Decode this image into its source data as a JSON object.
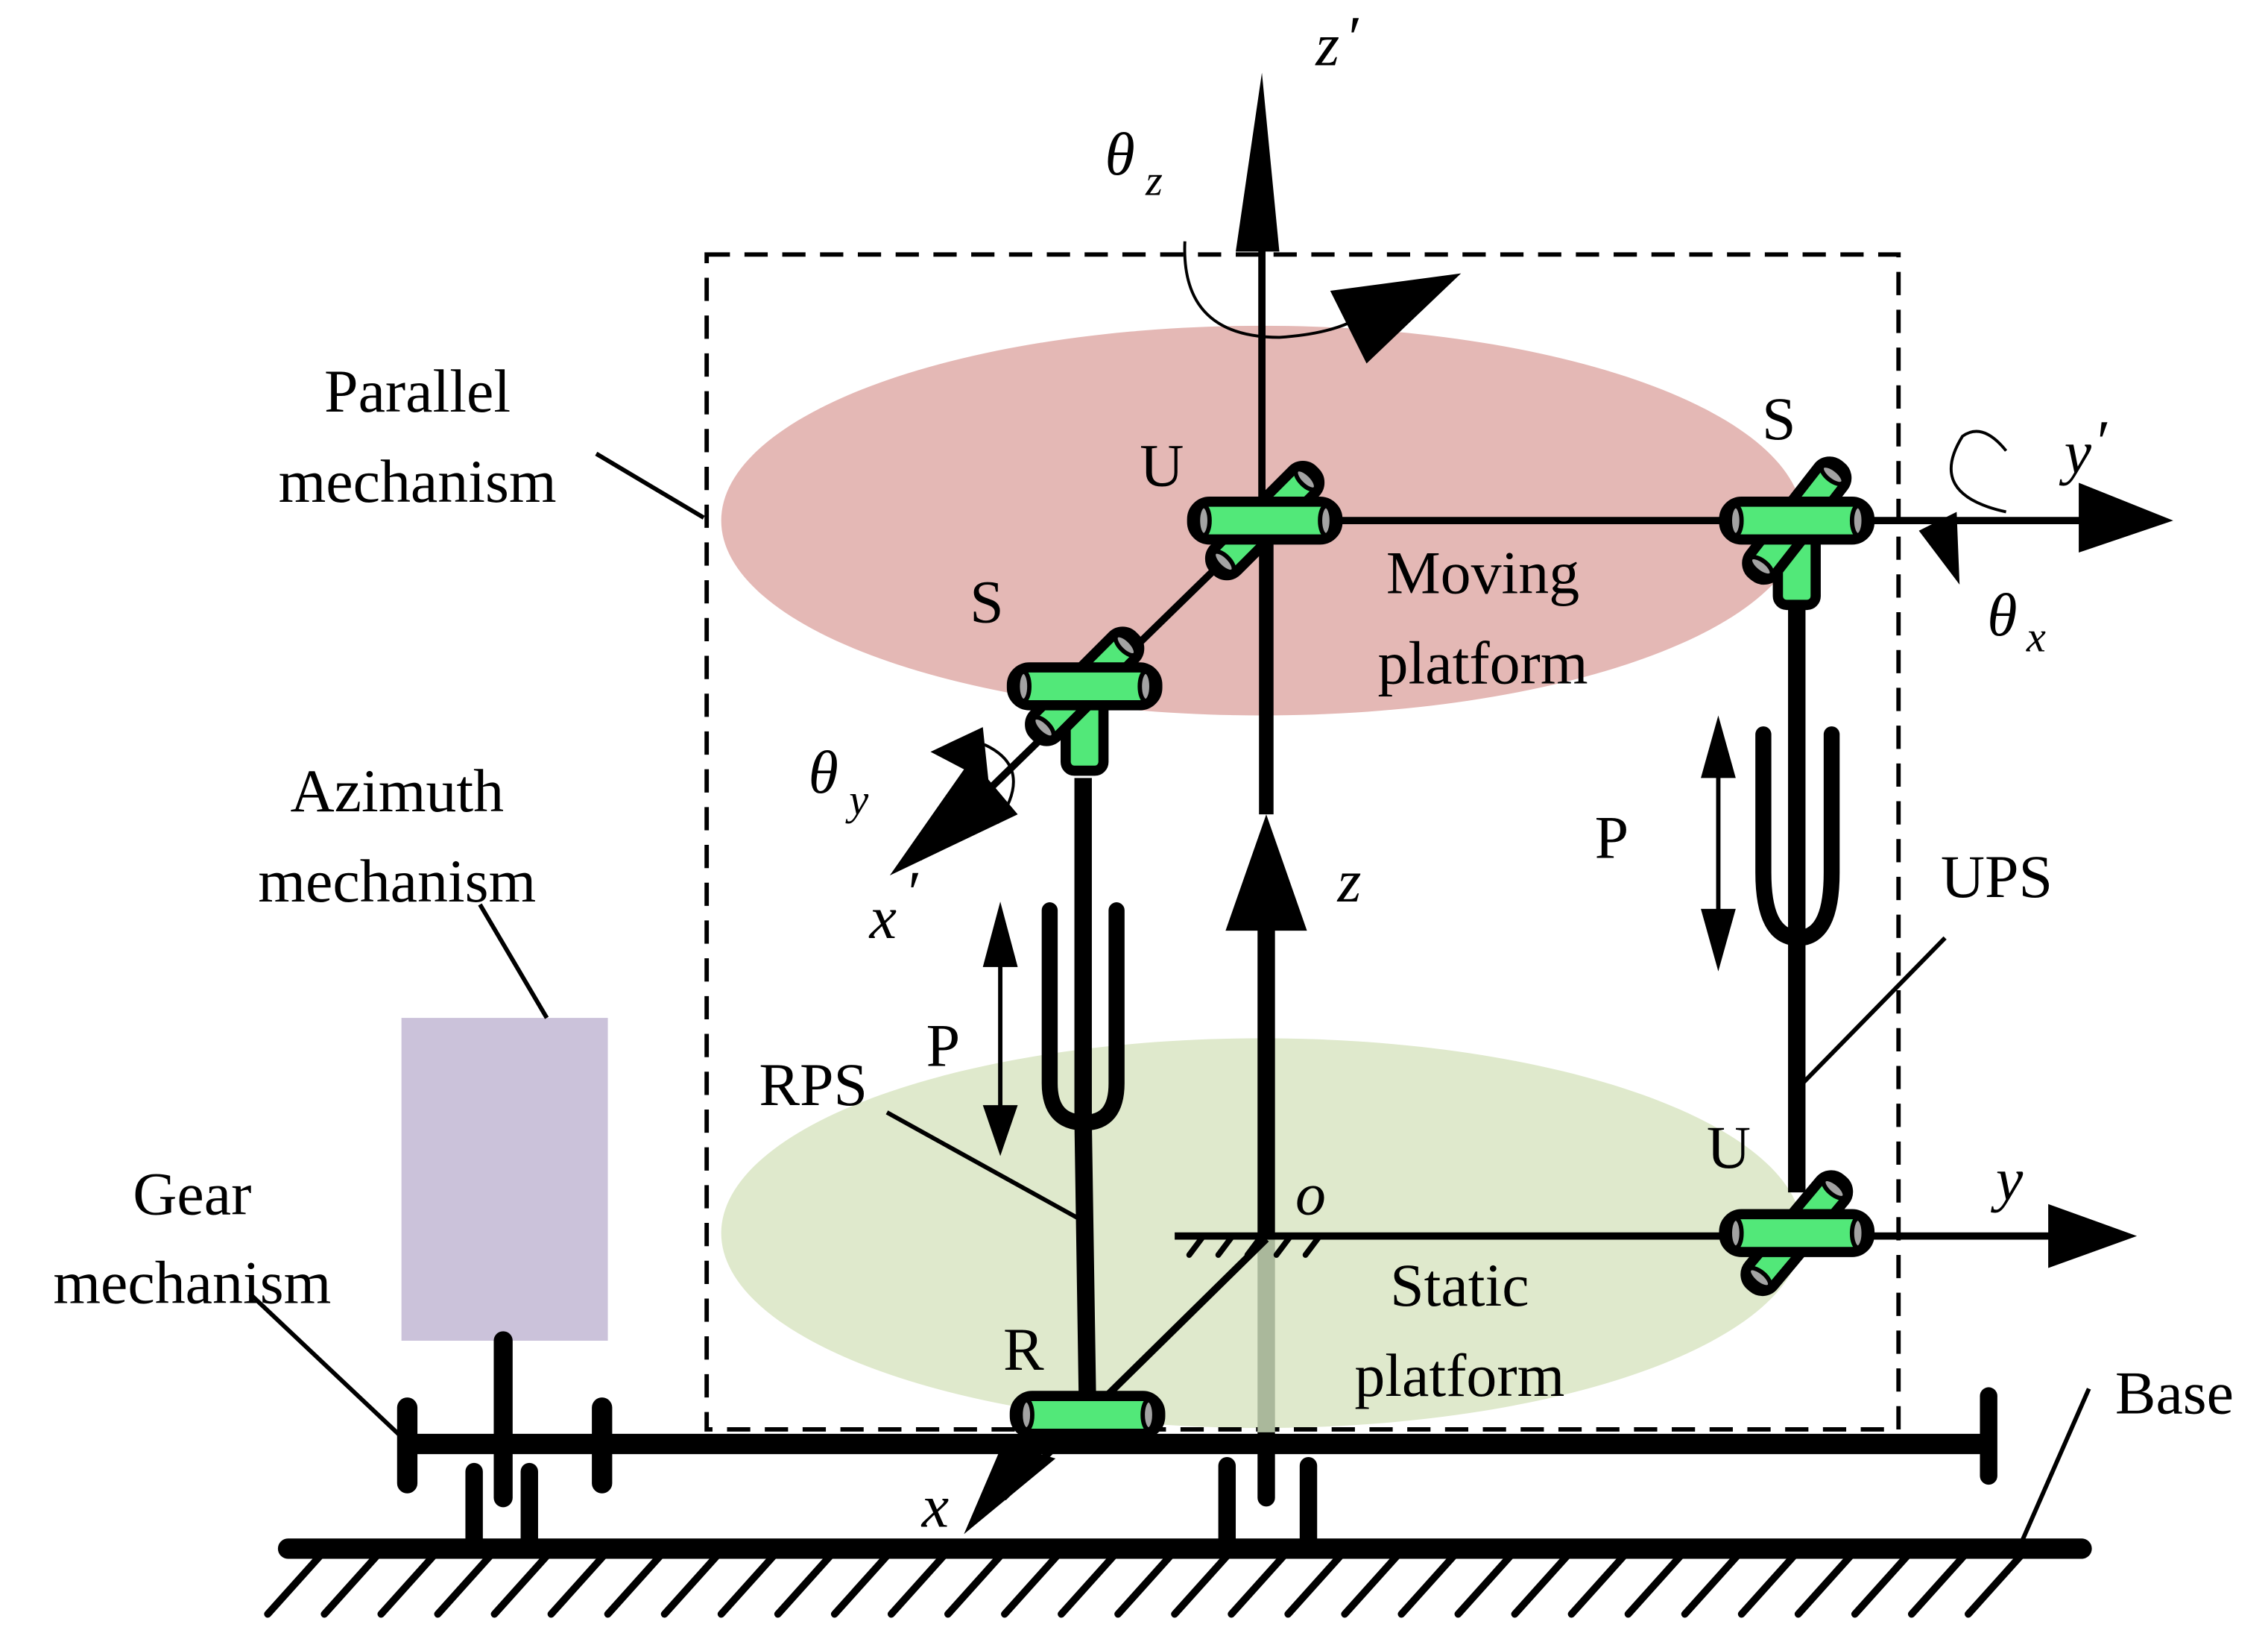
{
  "diagram": {
    "colors": {
      "moving_platform": "#e4b8b5",
      "static_platform": "#dfe9cc",
      "azimuth_block": "#cbc2da",
      "joint": "#52e879",
      "joint_end": "#a3a3a3",
      "link": "#000000",
      "z_axis_shadow": "#aab89b"
    },
    "callouts": {
      "parallel": [
        "Parallel",
        "mechanism"
      ],
      "azimuth": [
        "Azimuth",
        "mechanism"
      ],
      "gear": [
        "Gear",
        "mechanism"
      ],
      "base": "Base",
      "moving": [
        "Moving",
        "platform"
      ],
      "static": [
        "Static",
        "platform"
      ],
      "rps": "RPS",
      "ups": "UPS"
    },
    "joints": {
      "u_top": "U",
      "s_left": "S",
      "s_right": "S",
      "u_bottom": "U",
      "r_bottom": "R",
      "p_left": "P",
      "p_right": "P"
    },
    "axes": {
      "z_prime": "z",
      "y_prime": "y",
      "x_prime": "x",
      "prime_mark": "′",
      "z": "z",
      "y": "y",
      "x": "x",
      "origin": "o",
      "theta": "θ",
      "theta_z_sub": "z",
      "theta_x_sub": "x",
      "theta_y_sub": "y"
    }
  }
}
